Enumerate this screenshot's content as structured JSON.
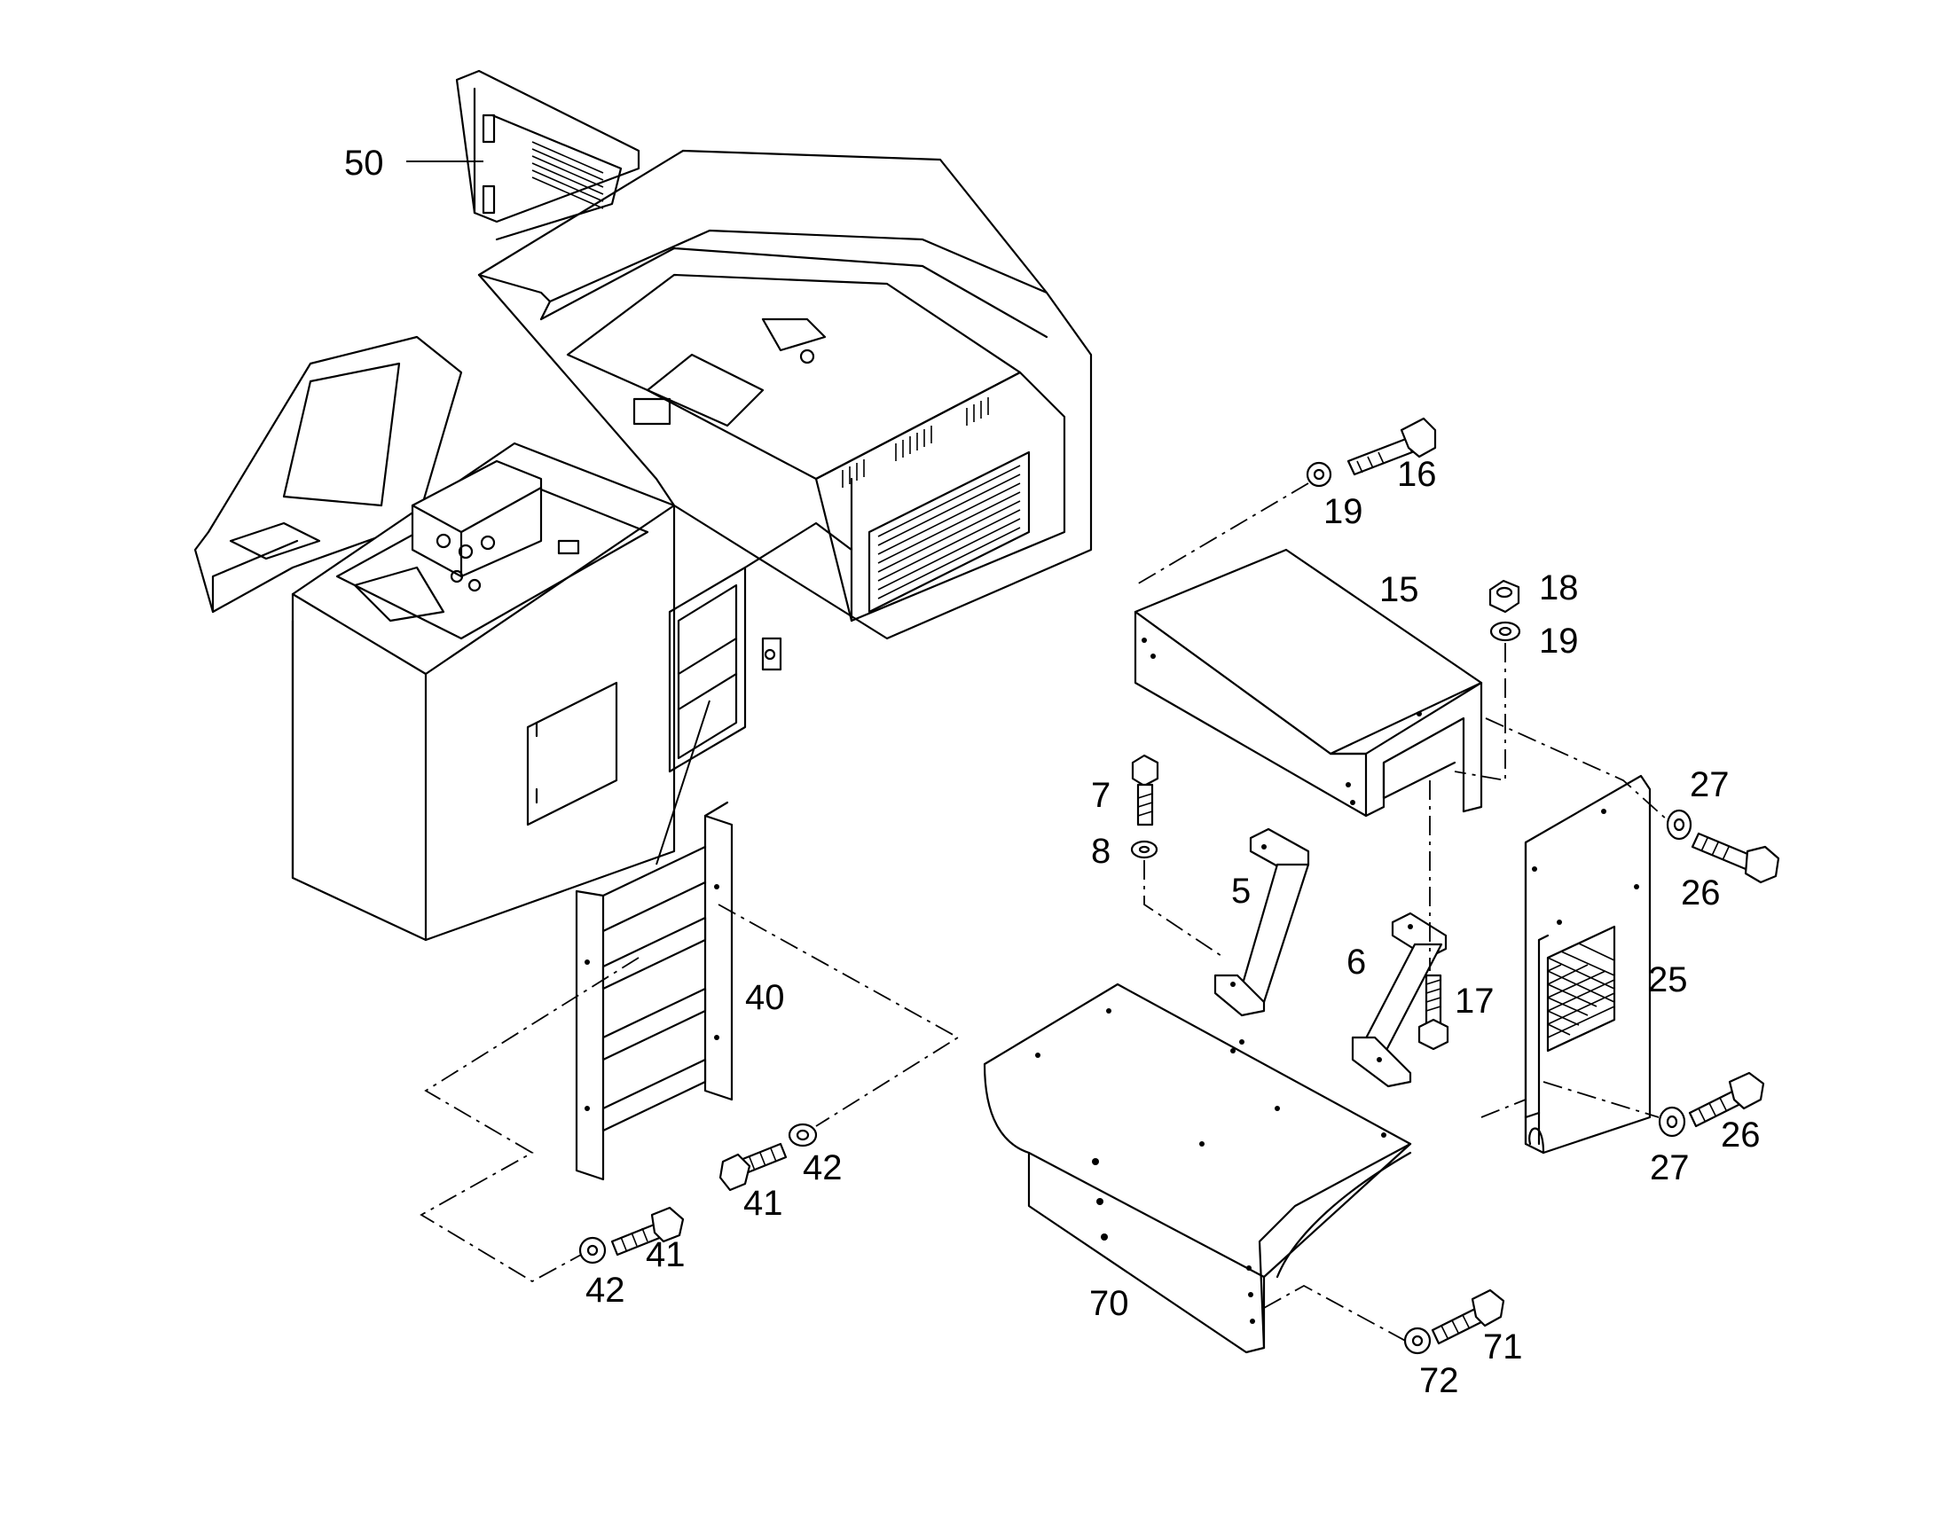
{
  "diagram": {
    "callouts": [
      {
        "id": "c50",
        "text": "50"
      },
      {
        "id": "c16",
        "text": "16"
      },
      {
        "id": "c19a",
        "text": "19"
      },
      {
        "id": "c15",
        "text": "15"
      },
      {
        "id": "c18",
        "text": "18"
      },
      {
        "id": "c19b",
        "text": "19"
      },
      {
        "id": "c7",
        "text": "7"
      },
      {
        "id": "c8",
        "text": "8"
      },
      {
        "id": "c5",
        "text": "5"
      },
      {
        "id": "c6",
        "text": "6"
      },
      {
        "id": "c17",
        "text": "17"
      },
      {
        "id": "c27a",
        "text": "27"
      },
      {
        "id": "c26a",
        "text": "26"
      },
      {
        "id": "c25",
        "text": "25"
      },
      {
        "id": "c26b",
        "text": "26"
      },
      {
        "id": "c27b",
        "text": "27"
      },
      {
        "id": "c40",
        "text": "40"
      },
      {
        "id": "c41a",
        "text": "41"
      },
      {
        "id": "c42a",
        "text": "42"
      },
      {
        "id": "c41b",
        "text": "41"
      },
      {
        "id": "c42b",
        "text": "42"
      },
      {
        "id": "c70",
        "text": "70"
      },
      {
        "id": "c71",
        "text": "71"
      },
      {
        "id": "c72",
        "text": "72"
      }
    ]
  }
}
